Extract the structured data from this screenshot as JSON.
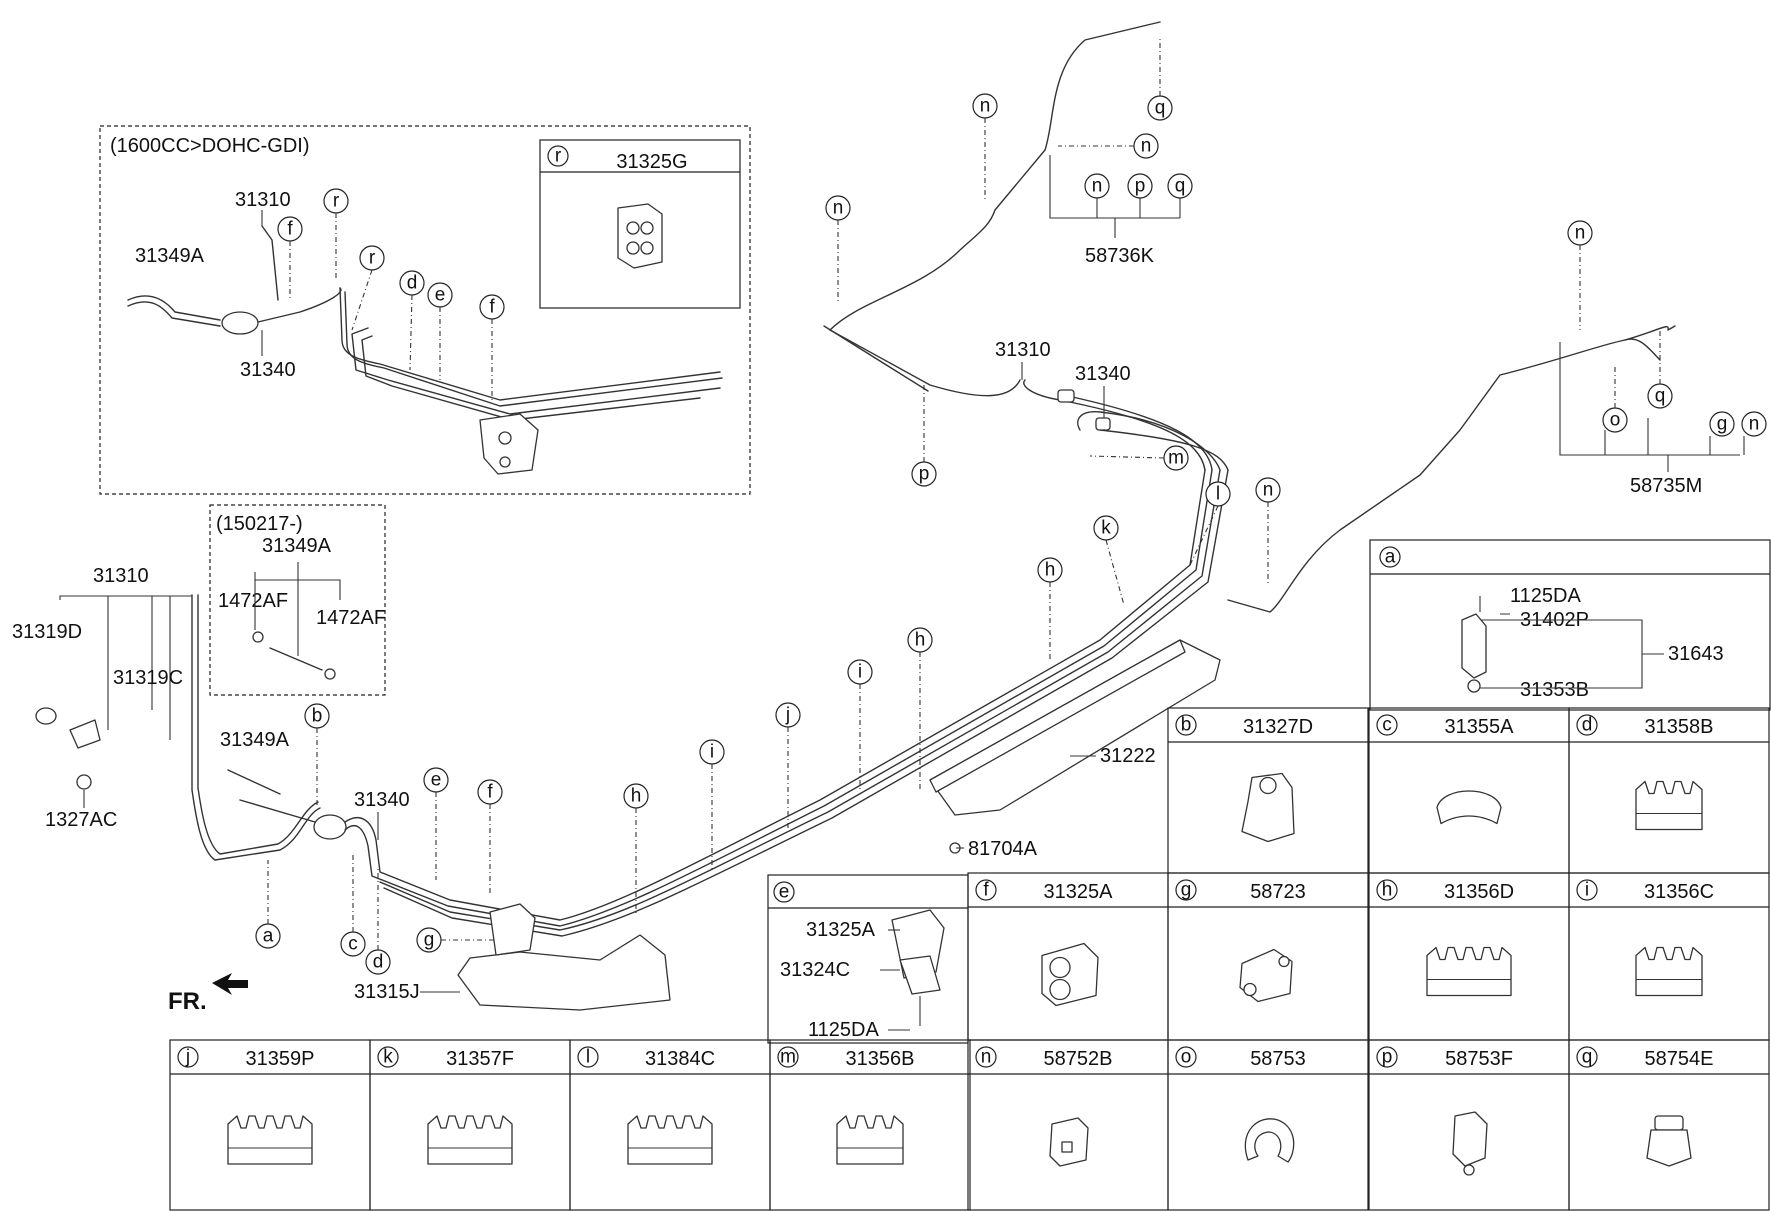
{
  "inset_engine": {
    "condition": "(1600CC>DOHC-GDI)",
    "labels": [
      "31310",
      "31349A",
      "31340"
    ],
    "callouts": [
      "f",
      "r",
      "r",
      "d",
      "e",
      "f"
    ],
    "detail_r": {
      "letter": "r",
      "part": "31325G"
    }
  },
  "inset_date": {
    "condition": "(150217-)",
    "labels": [
      "31349A",
      "1472AF",
      "1472AF"
    ]
  },
  "main_labels": {
    "tube_assy": "31310",
    "oring": "31319D",
    "connector": "31319C",
    "nut": "1327AC",
    "hose": "31349A",
    "filter": "31340",
    "bracket": "31315J",
    "cover": "31222",
    "clip_nut": "81704A",
    "rear_tube": "31310",
    "rear_filter": "31340",
    "front_mark": "FR."
  },
  "main_callouts": [
    "a",
    "b",
    "c",
    "d",
    "e",
    "f",
    "g",
    "h",
    "h",
    "h",
    "i",
    "i",
    "j",
    "k",
    "l",
    "m",
    "n",
    "n",
    "n",
    "n",
    "n",
    "n",
    "n",
    "o",
    "p",
    "p",
    "q",
    "q",
    "q",
    "g"
  ],
  "group_labels": {
    "clip_set_front": "58736K",
    "clip_set_rear": "58735M"
  },
  "detail_a": {
    "letter": "a",
    "parts": [
      "1125DA",
      "31402P",
      "31353B",
      "31643"
    ]
  },
  "detail_e": {
    "letter": "e",
    "parts": [
      "31325A",
      "31324C",
      "1125DA"
    ]
  },
  "detail_cells": [
    {
      "letter": "b",
      "part": "31327D"
    },
    {
      "letter": "c",
      "part": "31355A"
    },
    {
      "letter": "d",
      "part": "31358B"
    },
    {
      "letter": "f",
      "part": "31325A"
    },
    {
      "letter": "g",
      "part": "58723"
    },
    {
      "letter": "h",
      "part": "31356D"
    },
    {
      "letter": "i",
      "part": "31356C"
    },
    {
      "letter": "j",
      "part": "31359P"
    },
    {
      "letter": "k",
      "part": "31357F"
    },
    {
      "letter": "l",
      "part": "31384C"
    },
    {
      "letter": "m",
      "part": "31356B"
    },
    {
      "letter": "n",
      "part": "58752B"
    },
    {
      "letter": "o",
      "part": "58753"
    },
    {
      "letter": "p",
      "part": "58753F"
    },
    {
      "letter": "q",
      "part": "58754E"
    }
  ]
}
